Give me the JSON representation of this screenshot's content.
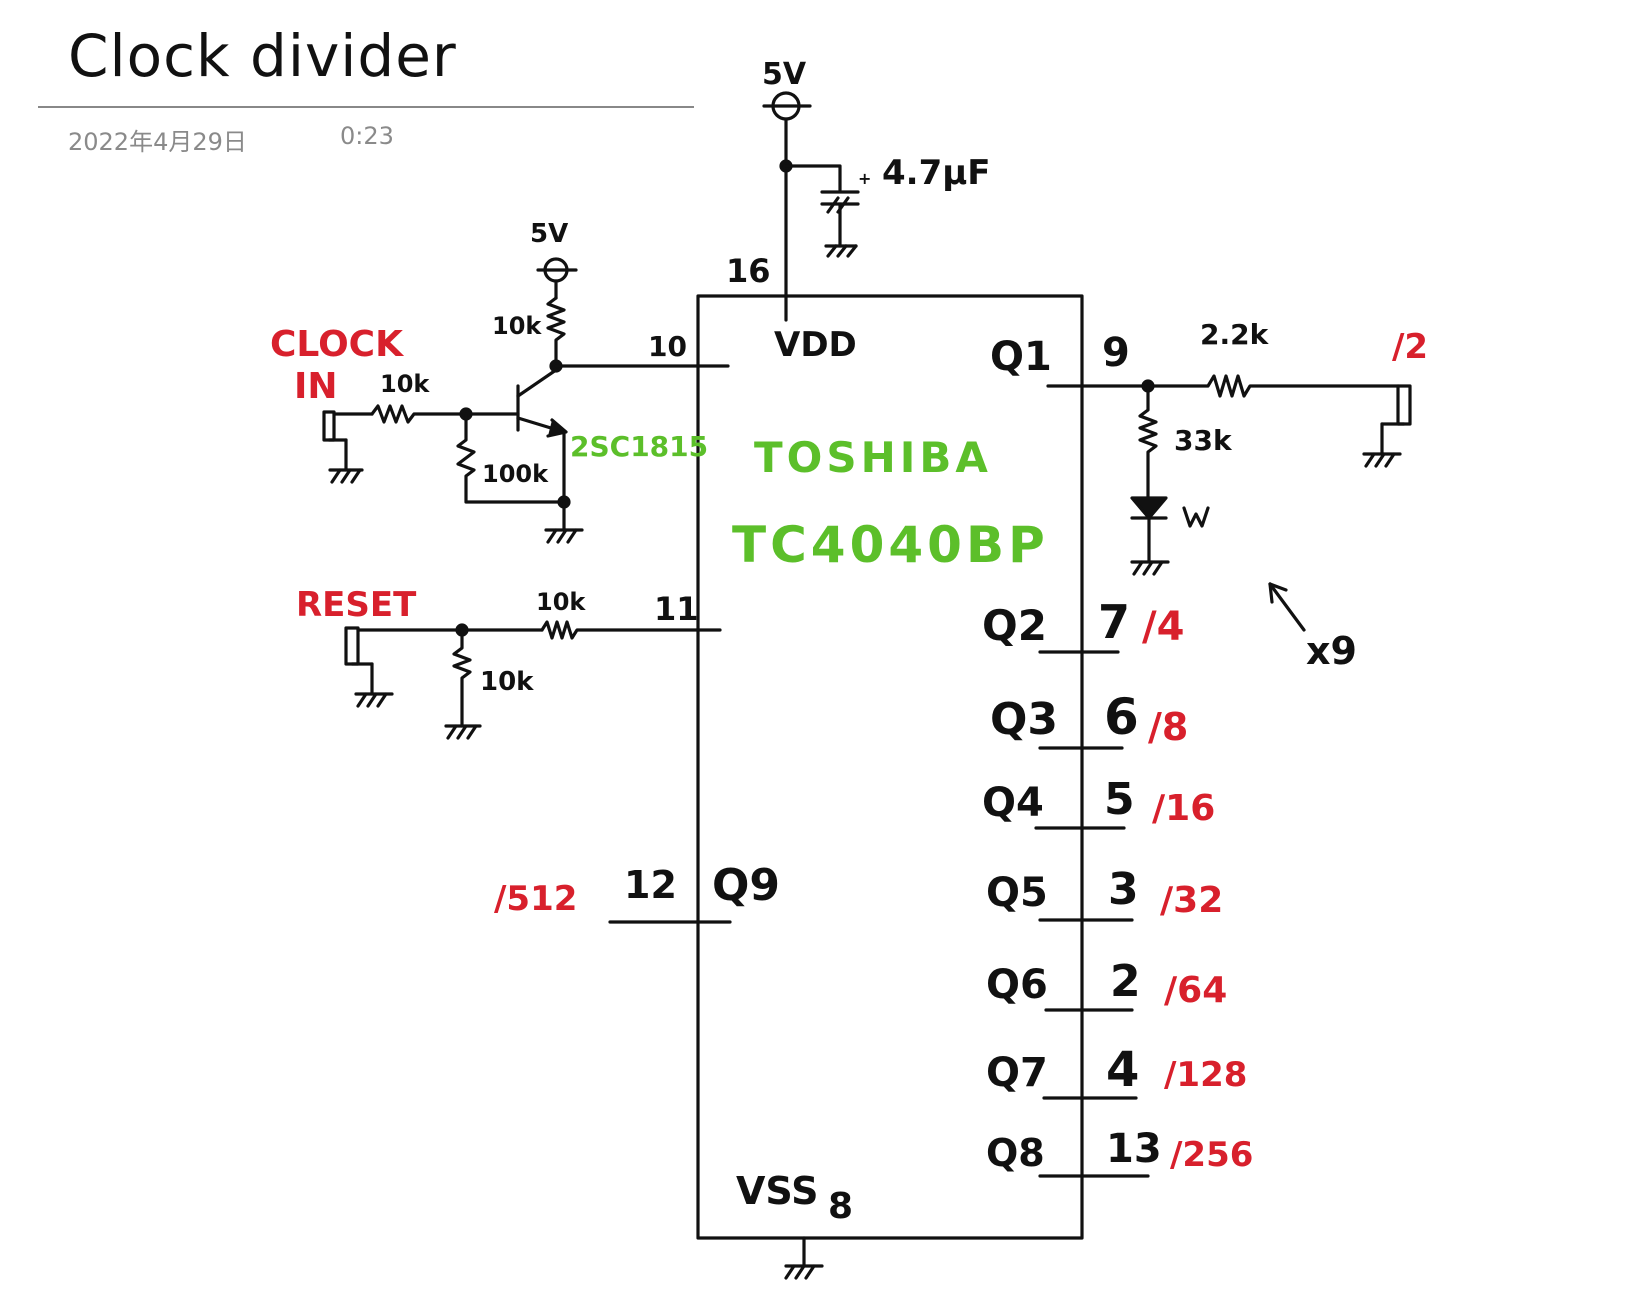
{
  "page": {
    "title": "Clock divider",
    "date": "2022年4月29日",
    "time": "0:23"
  },
  "colors": {
    "ink": "#111111",
    "red": "#d8202c",
    "green": "#5cbf2a",
    "meta": "#8a8a8a"
  },
  "chip": {
    "maker": "TOSHIBA",
    "part": "TC4040BP",
    "vdd_label": "VDD",
    "vdd_pin": "16",
    "vss_label": "VSS",
    "vss_pin": "8",
    "clock_pin": "10",
    "reset_pin": "11",
    "q9_label": "Q9",
    "q9_pin": "12",
    "q9_ratio": "/512"
  },
  "outputs": [
    {
      "label": "Q1",
      "pin": "9",
      "ratio": "/2"
    },
    {
      "label": "Q2",
      "pin": "7",
      "ratio": "/4"
    },
    {
      "label": "Q3",
      "pin": "6",
      "ratio": "/8"
    },
    {
      "label": "Q4",
      "pin": "5",
      "ratio": "/16"
    },
    {
      "label": "Q5",
      "pin": "3",
      "ratio": "/32"
    },
    {
      "label": "Q6",
      "pin": "2",
      "ratio": "/64"
    },
    {
      "label": "Q7",
      "pin": "4",
      "ratio": "/128"
    },
    {
      "label": "Q8",
      "pin": "13",
      "ratio": "/256"
    }
  ],
  "supply": {
    "top_label": "5V",
    "cap_value": "4.7μF",
    "cap_polarity": "+",
    "input_supply_label": "5V"
  },
  "input_stage": {
    "clock_label_1": "CLOCK",
    "clock_label_2": "IN",
    "base_resistor": "10k",
    "pulldown_resistor": "100k",
    "collector_resistor": "10k",
    "transistor": "2SC1815"
  },
  "reset_stage": {
    "label": "RESET",
    "series_resistor": "10k",
    "pulldown_resistor": "10k"
  },
  "output_stage": {
    "series_resistor": "2.2k",
    "led_resistor": "33k",
    "multiplier": "x9"
  }
}
